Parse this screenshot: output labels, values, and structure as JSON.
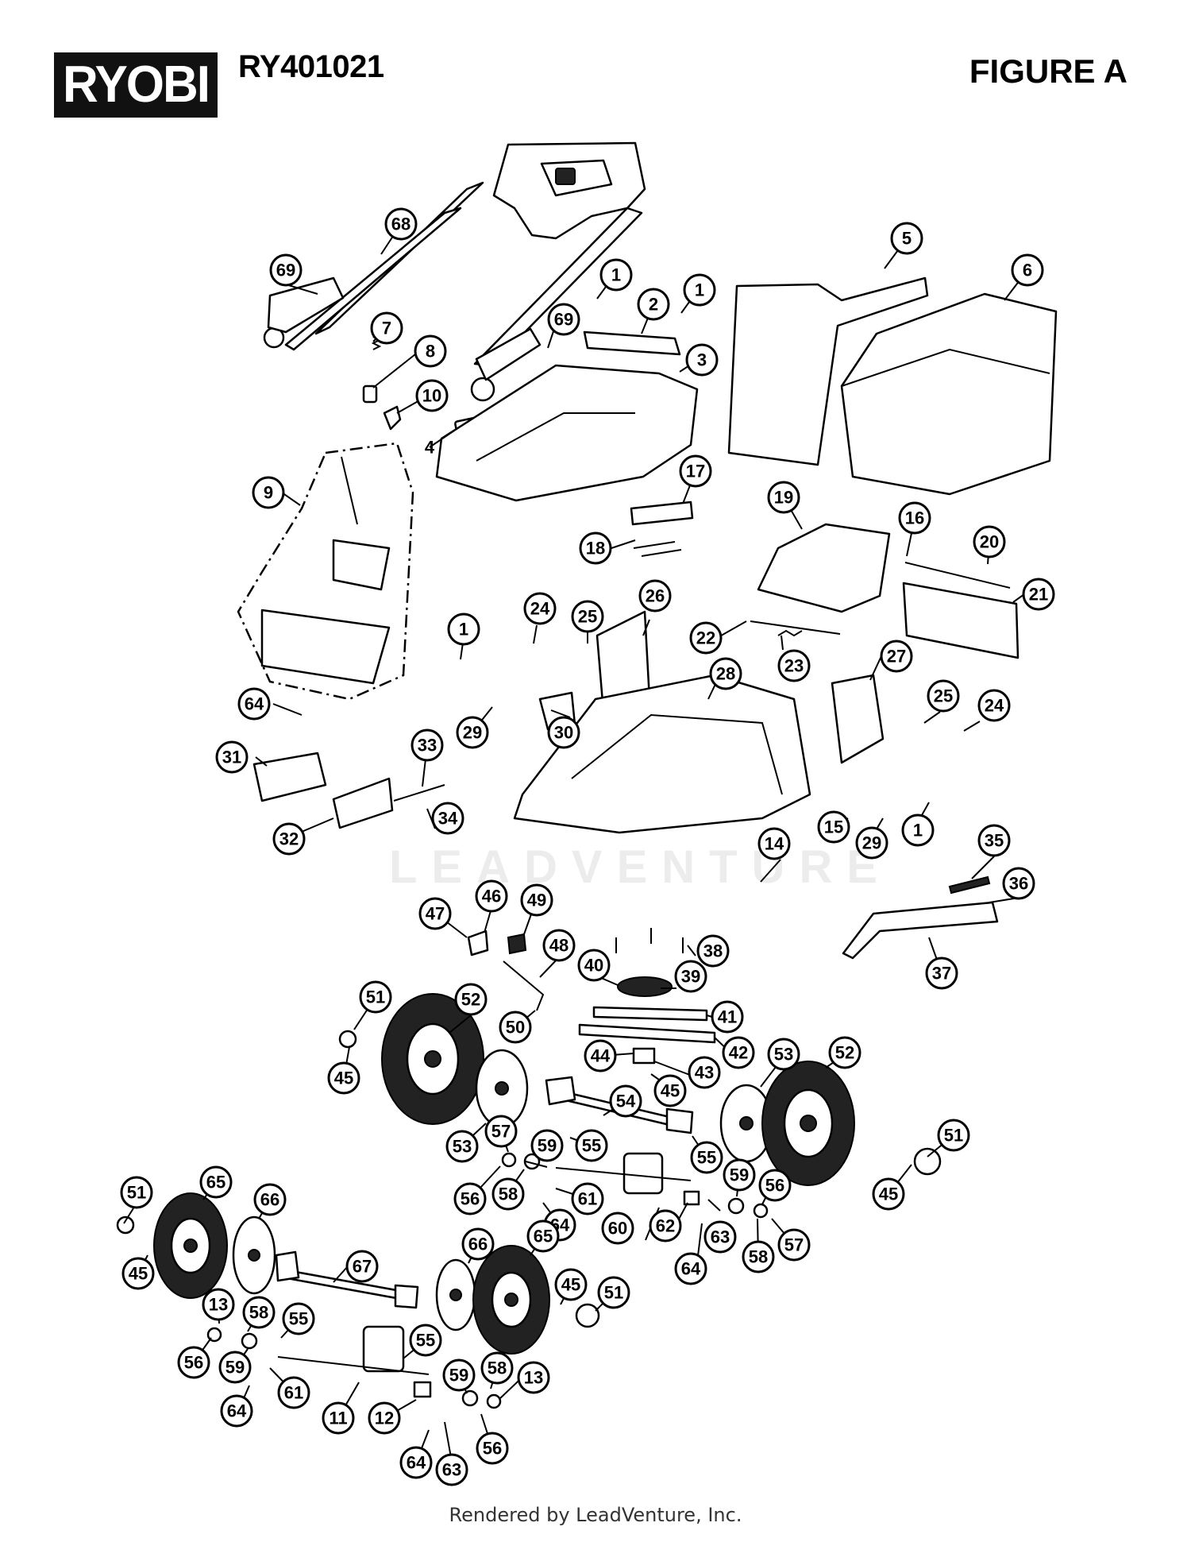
{
  "header": {
    "brand": "RYOBI",
    "model": "RY401021",
    "figure": "FIGURE A"
  },
  "watermark": "LEADVENTURE",
  "footer": "Rendered by LeadVenture, Inc.",
  "callouts": [
    {
      "id": "c68",
      "label": "68"
    },
    {
      "id": "c69a",
      "label": "69"
    },
    {
      "id": "c7",
      "label": "7"
    },
    {
      "id": "c8",
      "label": "8"
    },
    {
      "id": "c10",
      "label": "10"
    },
    {
      "id": "c4",
      "label": "4"
    },
    {
      "id": "c1a",
      "label": "1"
    },
    {
      "id": "c1b",
      "label": "1"
    },
    {
      "id": "c2",
      "label": "2"
    },
    {
      "id": "c69b",
      "label": "69"
    },
    {
      "id": "c3",
      "label": "3"
    },
    {
      "id": "c5",
      "label": "5"
    },
    {
      "id": "c6",
      "label": "6"
    },
    {
      "id": "c9",
      "label": "9"
    },
    {
      "id": "c17",
      "label": "17"
    },
    {
      "id": "c18",
      "label": "18"
    },
    {
      "id": "c19",
      "label": "19"
    },
    {
      "id": "c16",
      "label": "16"
    },
    {
      "id": "c20",
      "label": "20"
    },
    {
      "id": "c21",
      "label": "21"
    },
    {
      "id": "c24a",
      "label": "24"
    },
    {
      "id": "c25a",
      "label": "25"
    },
    {
      "id": "c26",
      "label": "26"
    },
    {
      "id": "c22",
      "label": "22"
    },
    {
      "id": "c23",
      "label": "23"
    },
    {
      "id": "c1c",
      "label": "1"
    },
    {
      "id": "c28",
      "label": "28"
    },
    {
      "id": "c27",
      "label": "27"
    },
    {
      "id": "c64a",
      "label": "64"
    },
    {
      "id": "c30",
      "label": "30"
    },
    {
      "id": "c29a",
      "label": "29"
    },
    {
      "id": "c25b",
      "label": "25"
    },
    {
      "id": "c24b",
      "label": "24"
    },
    {
      "id": "c31",
      "label": "31"
    },
    {
      "id": "c33",
      "label": "33"
    },
    {
      "id": "c15",
      "label": "15"
    },
    {
      "id": "c29b",
      "label": "29"
    },
    {
      "id": "c1d",
      "label": "1"
    },
    {
      "id": "c34",
      "label": "34"
    },
    {
      "id": "c32",
      "label": "32"
    },
    {
      "id": "c14",
      "label": "14"
    },
    {
      "id": "c35",
      "label": "35"
    },
    {
      "id": "c36",
      "label": "36"
    },
    {
      "id": "c46",
      "label": "46"
    },
    {
      "id": "c49",
      "label": "49"
    },
    {
      "id": "c47",
      "label": "47"
    },
    {
      "id": "c48",
      "label": "48"
    },
    {
      "id": "c38",
      "label": "38"
    },
    {
      "id": "c40",
      "label": "40"
    },
    {
      "id": "c39",
      "label": "39"
    },
    {
      "id": "c37",
      "label": "37"
    },
    {
      "id": "c51a",
      "label": "51"
    },
    {
      "id": "c52a",
      "label": "52"
    },
    {
      "id": "c41",
      "label": "41"
    },
    {
      "id": "c50",
      "label": "50"
    },
    {
      "id": "c44",
      "label": "44"
    },
    {
      "id": "c42",
      "label": "42"
    },
    {
      "id": "c43",
      "label": "43"
    },
    {
      "id": "c53a",
      "label": "53"
    },
    {
      "id": "c52b",
      "label": "52"
    },
    {
      "id": "c45a",
      "label": "45"
    },
    {
      "id": "c45b",
      "label": "45"
    },
    {
      "id": "c54",
      "label": "54"
    },
    {
      "id": "c57a",
      "label": "57"
    },
    {
      "id": "c53b",
      "label": "53"
    },
    {
      "id": "c59a",
      "label": "59"
    },
    {
      "id": "c55a",
      "label": "55"
    },
    {
      "id": "c55b",
      "label": "55"
    },
    {
      "id": "c51b",
      "label": "51"
    },
    {
      "id": "c56a",
      "label": "56"
    },
    {
      "id": "c58a",
      "label": "58"
    },
    {
      "id": "c61a",
      "label": "61"
    },
    {
      "id": "c45c",
      "label": "45"
    },
    {
      "id": "c59b",
      "label": "59"
    },
    {
      "id": "c56b",
      "label": "56"
    },
    {
      "id": "c51c",
      "label": "51"
    },
    {
      "id": "c65a",
      "label": "65"
    },
    {
      "id": "c66a",
      "label": "66"
    },
    {
      "id": "c64b",
      "label": "64"
    },
    {
      "id": "c60",
      "label": "60"
    },
    {
      "id": "c62",
      "label": "62"
    },
    {
      "id": "c63a",
      "label": "63"
    },
    {
      "id": "c58b",
      "label": "58"
    },
    {
      "id": "c57b",
      "label": "57"
    },
    {
      "id": "c64c",
      "label": "64"
    },
    {
      "id": "c45d",
      "label": "45"
    },
    {
      "id": "c67",
      "label": "67"
    },
    {
      "id": "c66b",
      "label": "66"
    },
    {
      "id": "c65b",
      "label": "65"
    },
    {
      "id": "c45e",
      "label": "45"
    },
    {
      "id": "c51d",
      "label": "51"
    },
    {
      "id": "c13a",
      "label": "13"
    },
    {
      "id": "c58c",
      "label": "58"
    },
    {
      "id": "c55c",
      "label": "55"
    },
    {
      "id": "c55d",
      "label": "55"
    },
    {
      "id": "c56c",
      "label": "56"
    },
    {
      "id": "c59c",
      "label": "59"
    },
    {
      "id": "c61b",
      "label": "61"
    },
    {
      "id": "c11",
      "label": "11"
    },
    {
      "id": "c12",
      "label": "12"
    },
    {
      "id": "c59d",
      "label": "59"
    },
    {
      "id": "c58d",
      "label": "58"
    },
    {
      "id": "c13b",
      "label": "13"
    },
    {
      "id": "c64d",
      "label": "64"
    },
    {
      "id": "c64e",
      "label": "64"
    },
    {
      "id": "c63b",
      "label": "63"
    },
    {
      "id": "c56d",
      "label": "56"
    }
  ]
}
